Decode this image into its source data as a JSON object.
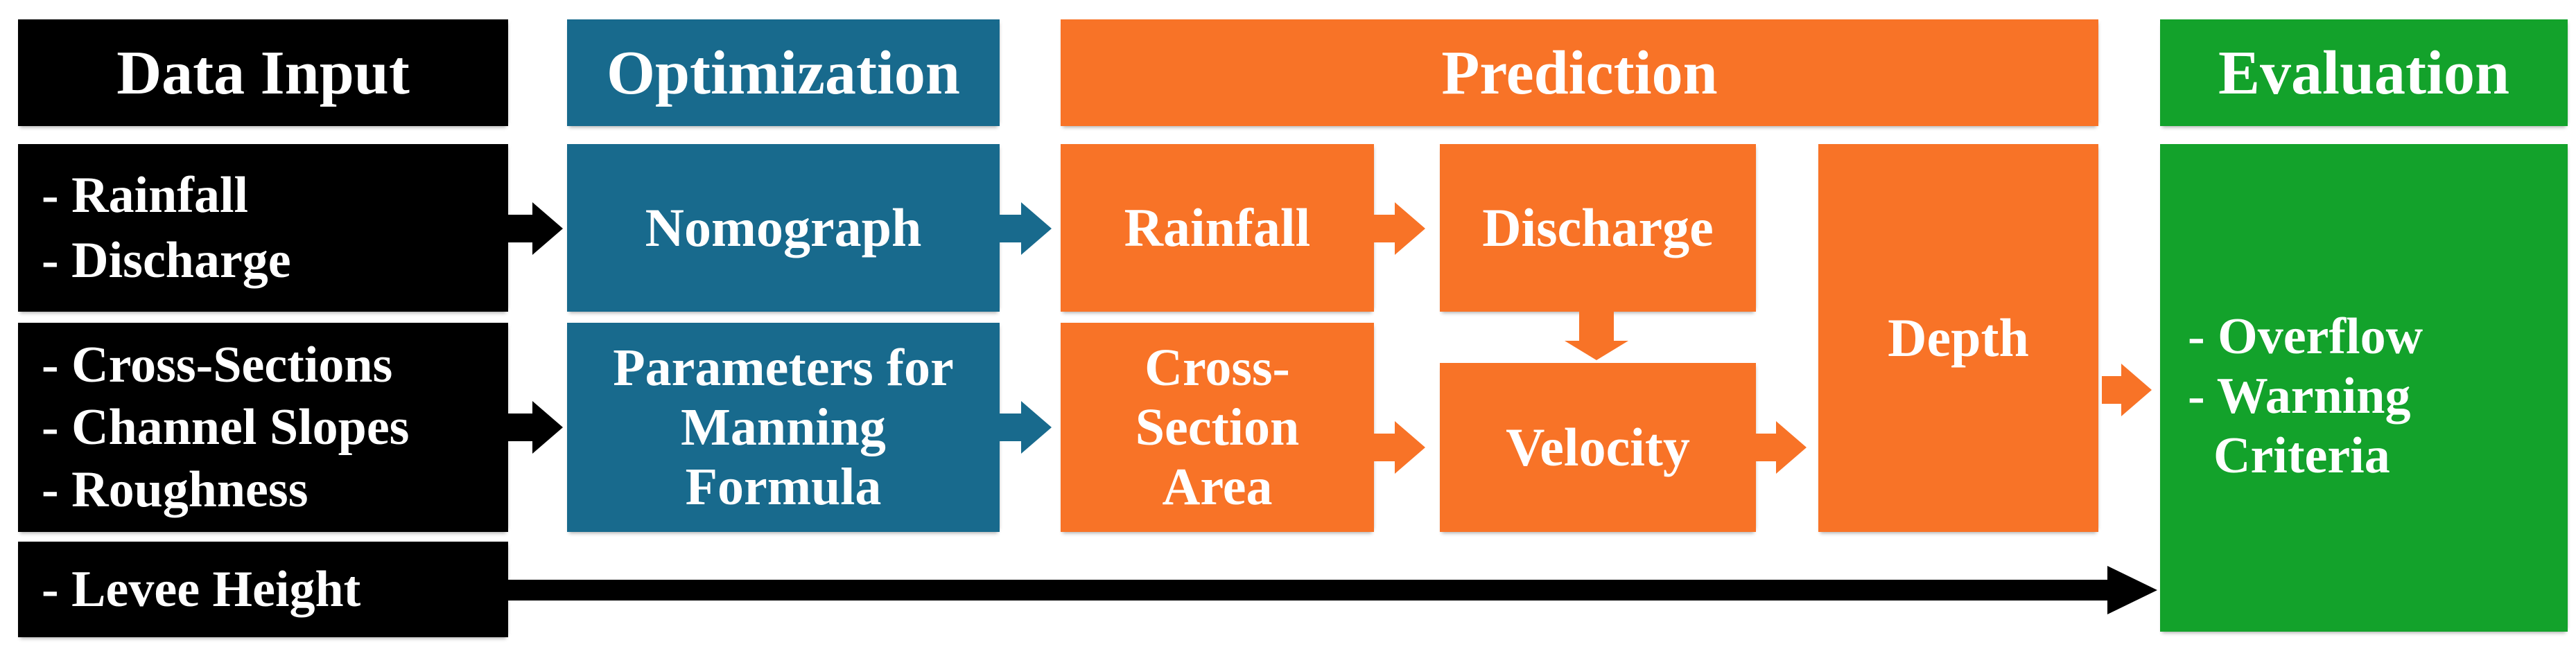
{
  "colors": {
    "data_input_stage": "#000000",
    "optimization_stage": "#186a8d",
    "prediction_stage": "#f87327",
    "evaluation_stage": "#13a22b",
    "text": "#ffffff",
    "background": "#ffffff"
  },
  "stages": {
    "data_input": {
      "header": "Data Input",
      "boxes": {
        "hydrology": "- Rainfall\n- Discharge",
        "channel": "- Cross-Sections\n- Channel Slopes\n- Roughness",
        "levee": "- Levee Height"
      }
    },
    "optimization": {
      "header": "Optimization",
      "boxes": {
        "nomograph": "Nomograph",
        "manning": "Parameters for\nManning\nFormula"
      }
    },
    "prediction": {
      "header": "Prediction",
      "boxes": {
        "rainfall": "Rainfall",
        "discharge": "Discharge",
        "cross_section_area": "Cross-\nSection\nArea",
        "velocity": "Velocity",
        "depth": "Depth"
      }
    },
    "evaluation": {
      "header": "Evaluation",
      "boxes": {
        "criteria": "- Overflow\n- Warning\n  Criteria"
      }
    }
  }
}
